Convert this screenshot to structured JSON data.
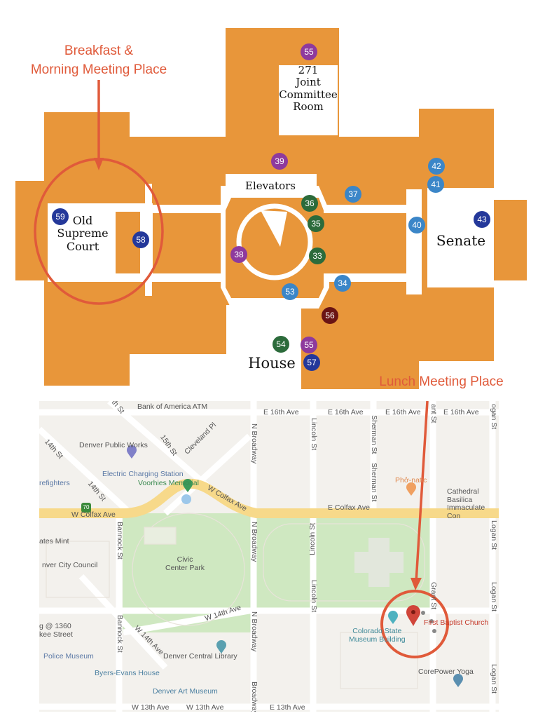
{
  "floorplan": {
    "rooms": {
      "joint_committee": "271\nJoint\nCommittee\nRoom",
      "old_supreme_court": "Old\nSupreme\nCourt",
      "elevators": "Elevators",
      "senate": "Senate",
      "house": "House"
    },
    "markers": [
      {
        "label": "55",
        "color": "#8e3a9d"
      },
      {
        "label": "39",
        "color": "#8e3a9d"
      },
      {
        "label": "42",
        "color": "#3b86c8"
      },
      {
        "label": "41",
        "color": "#3b86c8"
      },
      {
        "label": "37",
        "color": "#3b86c8"
      },
      {
        "label": "36",
        "color": "#2c6b3b"
      },
      {
        "label": "35",
        "color": "#2c6b3b"
      },
      {
        "label": "40",
        "color": "#3b86c8"
      },
      {
        "label": "43",
        "color": "#24389a"
      },
      {
        "label": "59",
        "color": "#24389a"
      },
      {
        "label": "58",
        "color": "#24389a"
      },
      {
        "label": "38",
        "color": "#8e3a9d"
      },
      {
        "label": "33",
        "color": "#2c6b3b"
      },
      {
        "label": "34",
        "color": "#3b86c8"
      },
      {
        "label": "53",
        "color": "#3b86c8"
      },
      {
        "label": "56",
        "color": "#6a1414"
      },
      {
        "label": "54",
        "color": "#2c6b3b"
      },
      {
        "label": "55",
        "color": "#8e3a9d"
      },
      {
        "label": "57",
        "color": "#24389a"
      }
    ],
    "building_color": "#e8963a"
  },
  "annotations": {
    "breakfast": "Breakfast &\nMorning Meeting Place",
    "lunch": "Lunch Meeting Place",
    "color": "#e05a3a"
  },
  "map": {
    "labels": [
      "Bank of America ATM",
      "th St",
      "Denver Public Works",
      "Cleveland Pl",
      "14th St",
      "15th St",
      "Electric Charging Station",
      "Voorhies Memorial",
      "refighters",
      "14th St",
      "W Colfax Ave",
      "W Colfax Ave",
      "E Colfax Ave",
      "N Broadway",
      "N Broadway",
      "ates Mint",
      "nver City Council",
      "Bannock St",
      "Civic\nCenter Park",
      "Lincoln St",
      "Lincoln St",
      "Lincoln St",
      "Sherman St",
      "Sherman St",
      "Phở-natic",
      "Cathedral Basilica\nImmaculate Con",
      "Logan St",
      "Logan St",
      "Logan St",
      "E 16th Ave",
      "E 16th Ave",
      "E 16th Ave",
      "E 16th Ave",
      "W 14th Ave",
      "W 14th Ave",
      "g @ 1360\nkee Street",
      "Police Museum",
      "Denver Central Library",
      "Byers-Evans House",
      "Denver Art Museum",
      "W 13th Ave",
      "W 13th Ave",
      "E 13th Ave",
      "Colorado State\nMuseum Building",
      "First Baptist Church",
      "CorePower Yoga",
      "Grant St",
      "N Broadway",
      "Bannock St",
      "ant St",
      "ogan St",
      "Broadway"
    ],
    "highway_shield": "70"
  }
}
